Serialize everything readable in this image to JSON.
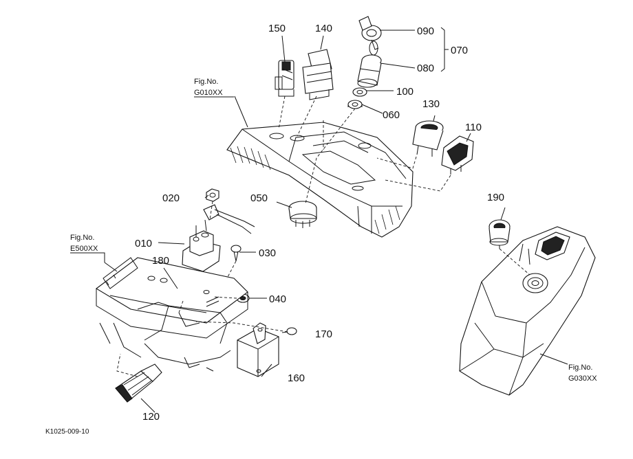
{
  "parts": {
    "p010": "010",
    "p020": "020",
    "p030": "030",
    "p040": "040",
    "p050": "050",
    "p060": "060",
    "p070": "070",
    "p080": "080",
    "p090": "090",
    "p100": "100",
    "p110": "110",
    "p120": "120",
    "p130": "130",
    "p140": "140",
    "p150": "150",
    "p160": "160",
    "p170": "170",
    "p180": "180",
    "p190": "190"
  },
  "figure_refs": {
    "g010": {
      "line1": "Fig.No.",
      "line2": "G010XX"
    },
    "e500": {
      "line1": "Fig.No.",
      "line2": "E500XX"
    },
    "g030": {
      "line1": "Fig.No.",
      "line2": "G030XX"
    }
  },
  "drawing_id": "K1025-009-10"
}
